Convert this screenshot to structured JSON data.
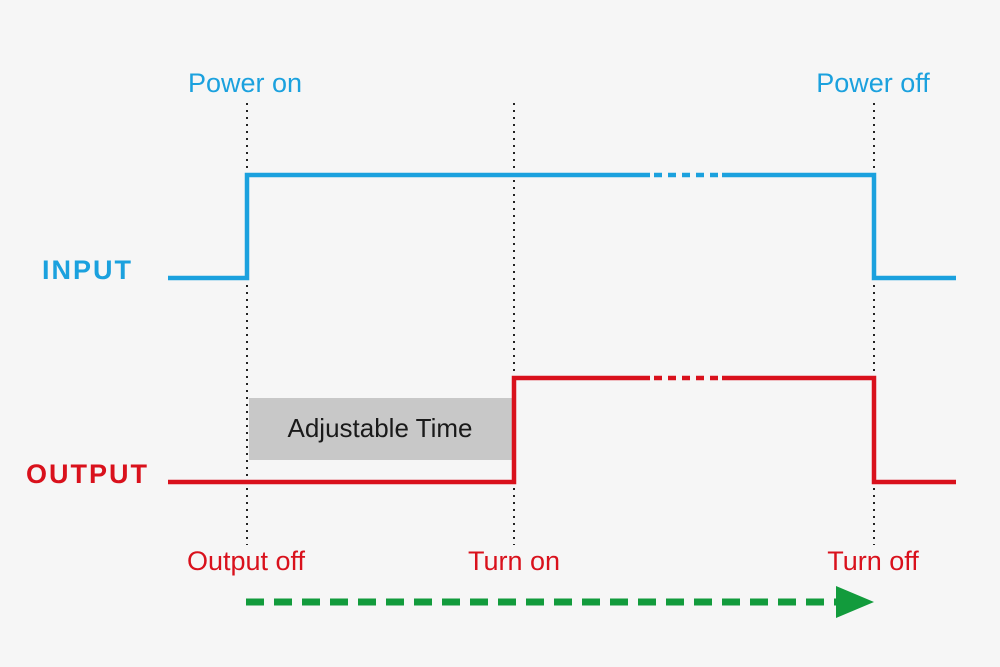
{
  "colors": {
    "background": "#f6f6f6",
    "input": "#1ba1de",
    "output": "#d9111c",
    "arrow": "#129b3c",
    "guide": "#222222",
    "box": "#c8c8c8",
    "box_text": "#1a1a1a"
  },
  "labels": {
    "power_on": "Power on",
    "power_off": "Power off",
    "input": "INPUT",
    "output": "OUTPUT",
    "adjustable_time": "Adjustable Time",
    "output_off": "Output off",
    "turn_on": "Turn on",
    "turn_off": "Turn off"
  }
}
